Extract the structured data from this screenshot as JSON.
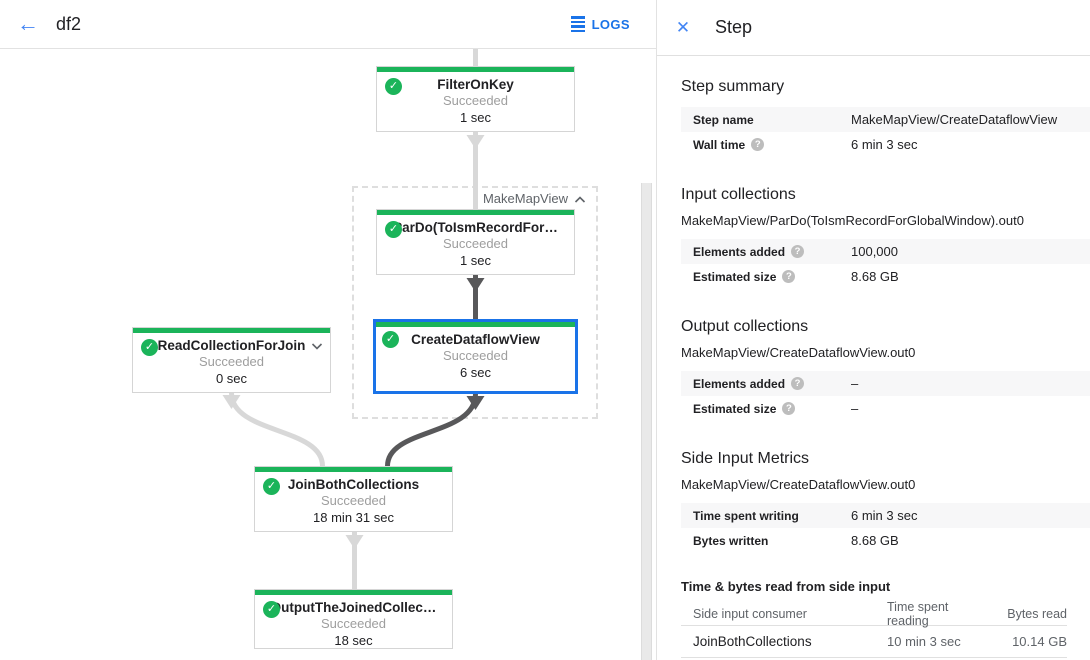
{
  "topbar": {
    "title": "df2",
    "logs_label": "LOGS"
  },
  "graph": {
    "group_label": "MakeMapView",
    "nodes": {
      "filter_on_key": {
        "title": "FilterOnKey",
        "status": "Succeeded",
        "time": "1 sec"
      },
      "pardo": {
        "title": "ParDo(ToIsmRecordFor…",
        "status": "Succeeded",
        "time": "1 sec"
      },
      "create_dataflow_view": {
        "title": "CreateDataflowView",
        "status": "Succeeded",
        "time": "6 sec"
      },
      "read_collection": {
        "title": "ReadCollectionForJoin",
        "status": "Succeeded",
        "time": "0 sec"
      },
      "join_both": {
        "title": "JoinBothCollections",
        "status": "Succeeded",
        "time": "18 min 31 sec"
      },
      "output_joined": {
        "title": "OutputTheJoinedCollec…",
        "status": "Succeeded",
        "time": "18 sec"
      }
    }
  },
  "panel": {
    "title": "Step",
    "sections": [
      {
        "heading": "Step summary",
        "rows": [
          {
            "label": "Step name",
            "value": "MakeMapView/CreateDataflowView"
          },
          {
            "label": "Wall time",
            "value": "6 min 3 sec"
          }
        ]
      },
      {
        "heading": "Input collections",
        "subtitle": "MakeMapView/ParDo(ToIsmRecordForGlobalWindow).out0",
        "rows": [
          {
            "label": "Elements added",
            "value": "100,000"
          },
          {
            "label": "Estimated size",
            "value": "8.68 GB"
          }
        ]
      },
      {
        "heading": "Output collections",
        "subtitle": "MakeMapView/CreateDataflowView.out0",
        "rows": [
          {
            "label": "Elements added",
            "value": "–"
          },
          {
            "label": "Estimated size",
            "value": "–"
          }
        ]
      },
      {
        "heading": "Side Input Metrics",
        "subtitle": "MakeMapView/CreateDataflowView.out0",
        "rows": [
          {
            "label": "Time spent writing",
            "value": "6 min 3 sec"
          },
          {
            "label": "Bytes written",
            "value": "8.68 GB"
          }
        ]
      }
    ],
    "side_input_table": {
      "heading": "Time & bytes read from side input",
      "columns": [
        "Side input consumer",
        "Time spent reading",
        "Bytes read"
      ],
      "rows": [
        {
          "consumer": "JoinBothCollections",
          "time_reading": "10 min 3 sec",
          "bytes_read": "10.14 GB"
        }
      ]
    }
  },
  "colors": {
    "accent_blue": "#1a73e8",
    "success_green": "#1bb45a",
    "selected_border": "#1a73e8",
    "edge_dark": "#58585a",
    "edge_light": "#d8d8d8"
  }
}
